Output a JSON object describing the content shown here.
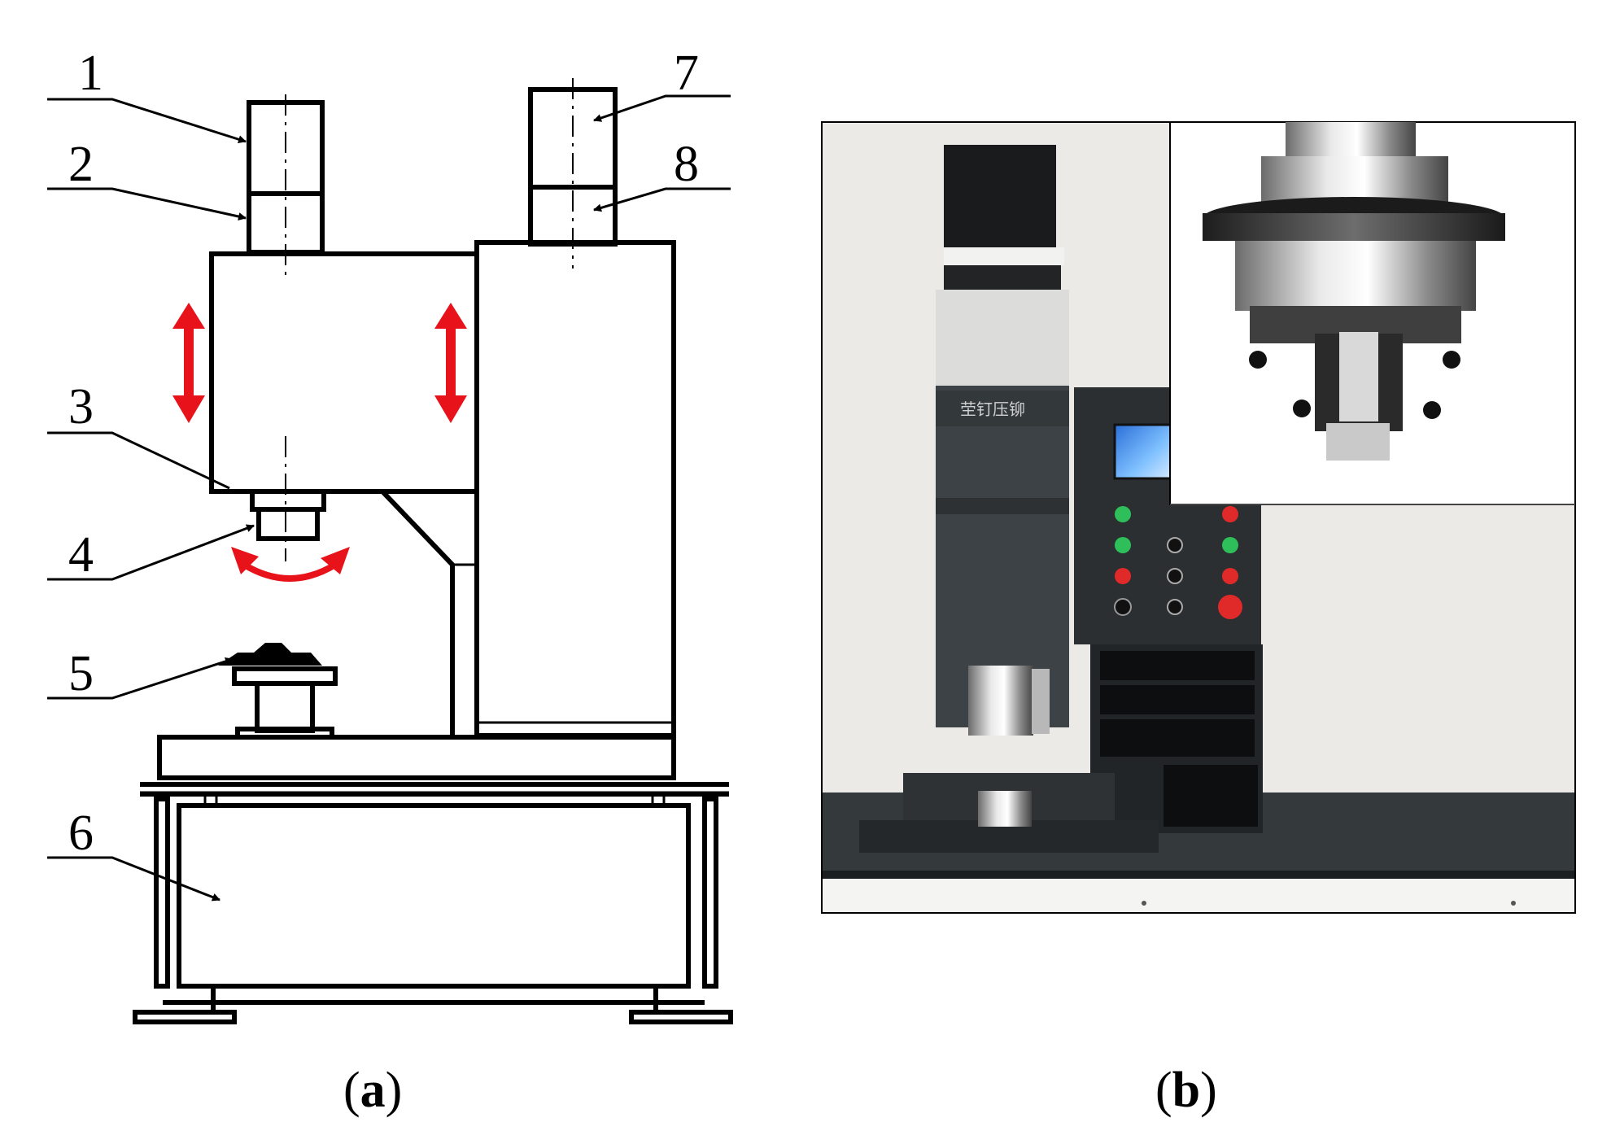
{
  "figure": {
    "panel_a": {
      "caption_open": "(",
      "caption_letter": "a",
      "caption_close": ")",
      "callouts": [
        {
          "id": "1",
          "label": "1"
        },
        {
          "id": "2",
          "label": "2"
        },
        {
          "id": "3",
          "label": "3"
        },
        {
          "id": "4",
          "label": "4"
        },
        {
          "id": "5",
          "label": "5"
        },
        {
          "id": "6",
          "label": "6"
        },
        {
          "id": "7",
          "label": "7"
        },
        {
          "id": "8",
          "label": "8"
        }
      ],
      "motion_arrow_color": "#e8131a"
    },
    "panel_b": {
      "caption_open": "(",
      "caption_letter": "b",
      "caption_close": ")",
      "machine_panel_text": "茔钉压铆"
    }
  }
}
